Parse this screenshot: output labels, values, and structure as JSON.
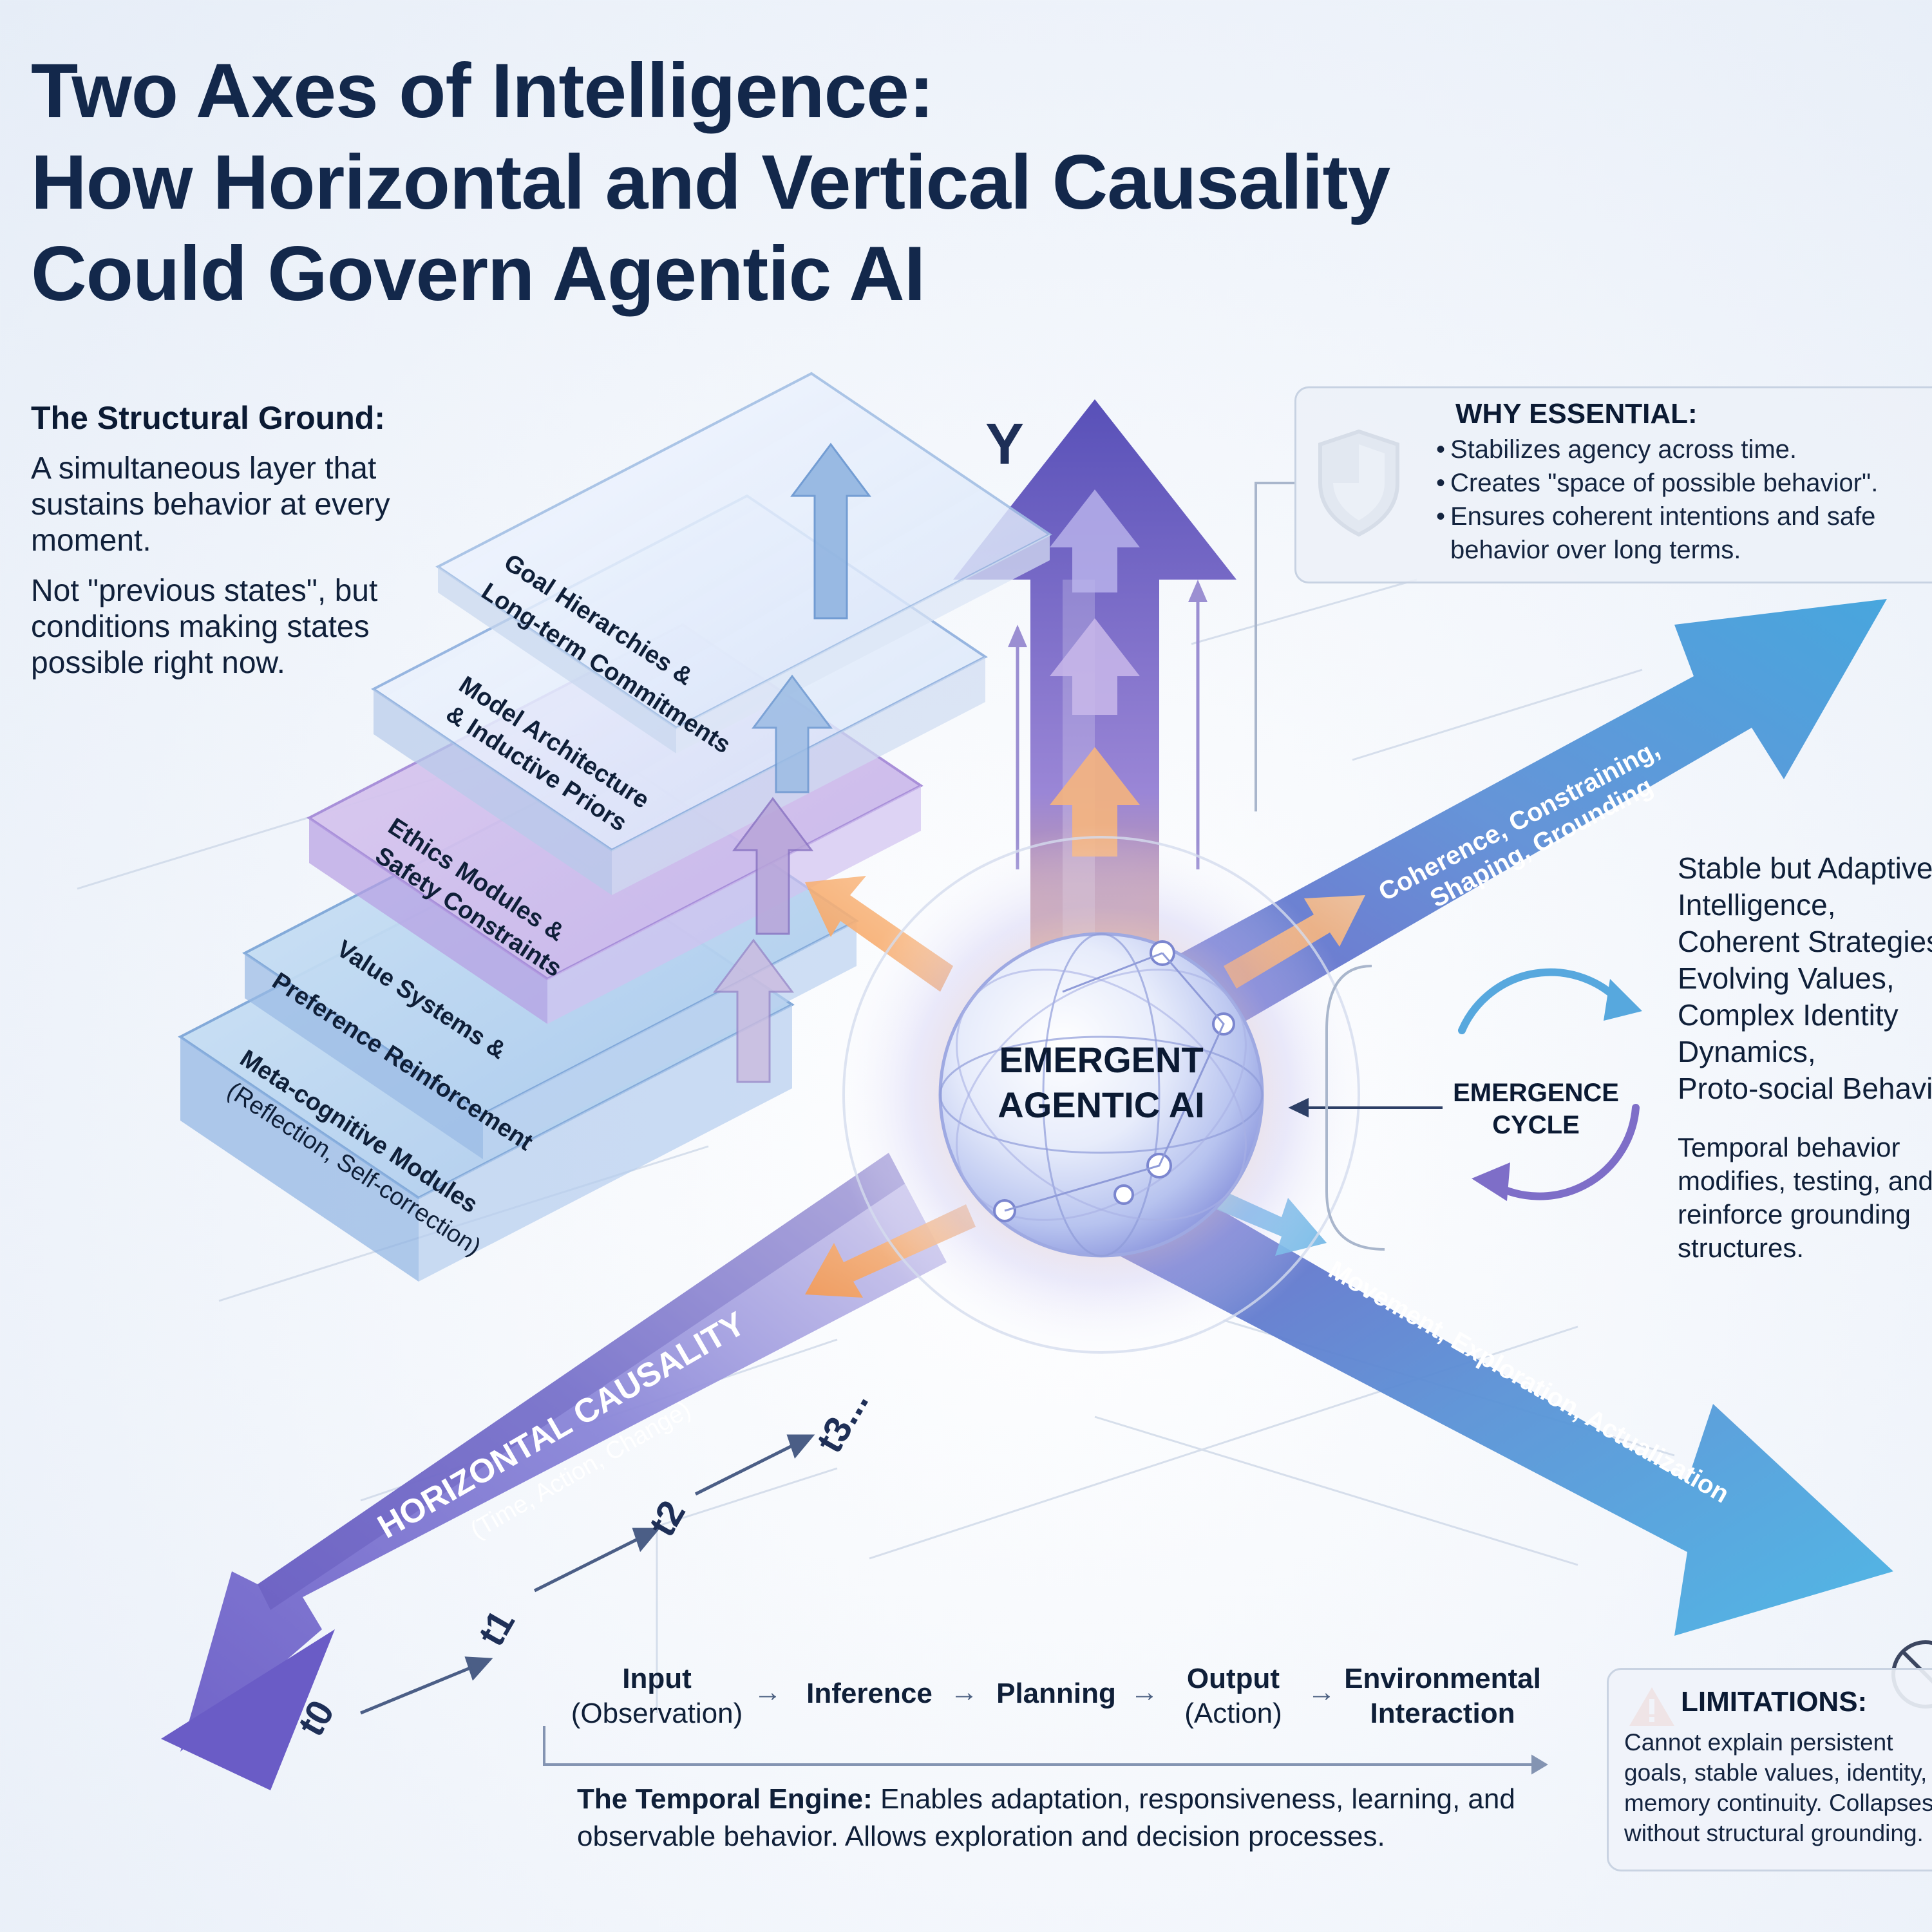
{
  "title": {
    "line1": "Two Axes of Intelligence:",
    "line2": "How Horizontal and Vertical Causality",
    "line3": "Could Govern Agentic AI"
  },
  "structural_ground": {
    "heading": "The Structural Ground:",
    "paragraph1": "A simultaneous layer that sustains behavior at every moment.",
    "paragraph2": "Not \"previous states\", but conditions making states possible right now."
  },
  "layers": [
    {
      "line1": "Goal Hierarchies &",
      "line2": "Long-term Commitments"
    },
    {
      "line1": "Model Architecture",
      "line2": "& Inductive Priors"
    },
    {
      "line1": "Ethics Modules &",
      "line2": "Safety Constraints"
    },
    {
      "line1": "Value Systems &",
      "line2": "Preference Reinforcement"
    },
    {
      "line1": "Meta-cognitive Modules",
      "line2": "(Reflection, Self-correction)"
    }
  ],
  "vertical_axis": {
    "label": "Y"
  },
  "why_essential": {
    "heading": "WHY ESSENTIAL:",
    "items": [
      "Stabilizes agency across time.",
      "Creates \"space of possible behavior\".",
      "Ensures coherent intentions and safe",
      "behavior over long terms."
    ]
  },
  "upper_right_axis": {
    "line1": "Coherence, Constraining,",
    "line2": "Shaping, Grounding"
  },
  "lower_right_axis": {
    "label": "Movement, Exploration, Actualization"
  },
  "center": {
    "line1": "EMERGENT",
    "line2": "AGENTIC AI"
  },
  "cycle": {
    "line1": "EMERGENCE",
    "line2": "CYCLE"
  },
  "outcomes": {
    "lines": [
      "Stable but Adaptive",
      "Intelligence,",
      "Coherent Strategies,",
      "Evolving Values,",
      "Complex Identity",
      "Dynamics,",
      "Proto-social Behavior"
    ],
    "note_lines": [
      "Temporal behavior",
      "modifies, testing, and",
      "reinforce grounding",
      "structures."
    ]
  },
  "horizontal_axis": {
    "line1": "HORIZONTAL CAUSALITY",
    "line2": "(Time, Action, Change)"
  },
  "timeline": [
    "t0",
    "t1",
    "t2",
    "t3..."
  ],
  "pipeline": [
    {
      "main": "Input",
      "sub": "(Observation)"
    },
    {
      "main": "Inference",
      "sub": ""
    },
    {
      "main": "Planning",
      "sub": ""
    },
    {
      "main": "Output",
      "sub": "(Action)"
    },
    {
      "main": "Environmental",
      "sub": "Interaction"
    }
  ],
  "temporal_engine": {
    "label": "The Temporal Engine:",
    "text": "Enables adaptation, responsiveness, learning, and observable behavior. Allows exploration and decision processes."
  },
  "limitations": {
    "heading": "LIMITATIONS:",
    "lines": [
      "Cannot explain persistent",
      "goals, stable values, identity,",
      "memory continuity. Collapses",
      "without structural grounding."
    ]
  },
  "colors": {
    "title": "#13284b",
    "purple": "#6b5fc4",
    "blue": "#3f8fd2",
    "orange": "#f39a55",
    "warning": "#e8623a"
  },
  "icons": [
    "shield-icon",
    "warning-icon",
    "cycle-arrows-icon",
    "globe-network-icon"
  ]
}
